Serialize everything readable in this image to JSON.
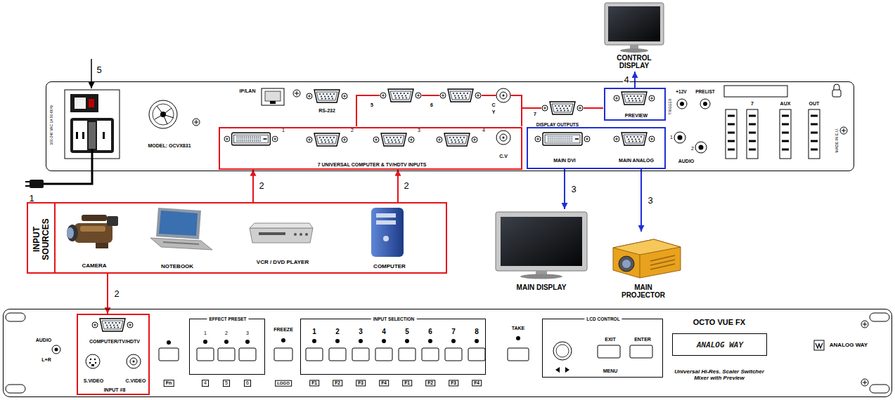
{
  "diagram": {
    "nodes": [
      {
        "text": [
          "CONTROL DISPLAY"
        ]
      },
      {
        "text": [
          "MODEL: OCVX831"
        ]
      },
      {
        "text": [
          "7 UNIVERSAL COMPUTER & TV/HDTV INPUTS"
        ],
        "in": 1
      },
      {
        "text": [
          "DISPLAY OUTPUTS",
          "MAIN DVI",
          "MAIN ANALOG"
        ],
        "in": 1
      },
      {
        "text": [
          "PREVIEW"
        ],
        "in": 1
      },
      {
        "text": [
          "INPUT SOURCES",
          "CAMERA",
          "NOTEBOOK",
          "VCR / DVD PLAYER",
          "COMPUTER"
        ]
      },
      {
        "text": [
          "MAIN DISPLAY"
        ]
      },
      {
        "text": [
          "MAIN PROJECTOR"
        ]
      },
      {
        "text": [
          "OCTO VUE FX",
          "Universal Hi-Res. Scaler Switcher Mixer with Preview"
        ]
      },
      {
        "text": [
          "COMPUTER/TV/HDTV",
          "S.VIDEO",
          "C.VIDEO",
          "INPUT #8"
        ],
        "in": 8
      },
      {
        "text": [
          "EFFECT PRESET"
        ],
        "in": 8
      },
      {
        "text": [
          "INPUT SELECTION"
        ],
        "in": 8
      },
      {
        "text": [
          "LCD CONTROL",
          "EXIT",
          "ENTER",
          "MENU"
        ],
        "in": 8
      },
      {
        "text": [
          "ANALOG WAY"
        ],
        "in": 8
      }
    ],
    "edges": [
      {
        "from": 4,
        "to": 0,
        "arrow": "to",
        "label": "4"
      },
      {
        "from": 5,
        "to": 2,
        "arrow": "to",
        "label": "2"
      },
      {
        "from": 5,
        "to": 2,
        "arrow": "to",
        "label": "2"
      },
      {
        "from": 3,
        "to": 6,
        "arrow": "to",
        "label": "3"
      },
      {
        "from": 3,
        "to": 7,
        "arrow": "to",
        "label": "3"
      },
      {
        "from": 5,
        "to": 9,
        "arrow": "to",
        "label": "2"
      }
    ],
    "labels": [
      "5",
      "1",
      "100-240 VAC 1A 50-60Hz",
      "IP/LAN",
      "RS-232",
      "5",
      "6",
      "C",
      "Y",
      "C.V",
      "7",
      "1",
      "2",
      "3",
      "4",
      "+12V",
      "TRIGGER",
      "PRELIST",
      "1",
      "2",
      "AUDIO",
      "7",
      "AUX",
      "OUT",
      "MADE IN E.U.",
      "AUDIO",
      "L+R",
      "Fn",
      "1",
      "2",
      "3",
      "4",
      "5",
      "6",
      "FREEZE",
      "LOGO",
      "1",
      "2",
      "3",
      "4",
      "5",
      "6",
      "7",
      "8",
      "F1",
      "F2",
      "F3",
      "F4",
      "F1",
      "F2",
      "F3",
      "F4",
      "TAKE",
      "ANALOG WAY"
    ]
  }
}
